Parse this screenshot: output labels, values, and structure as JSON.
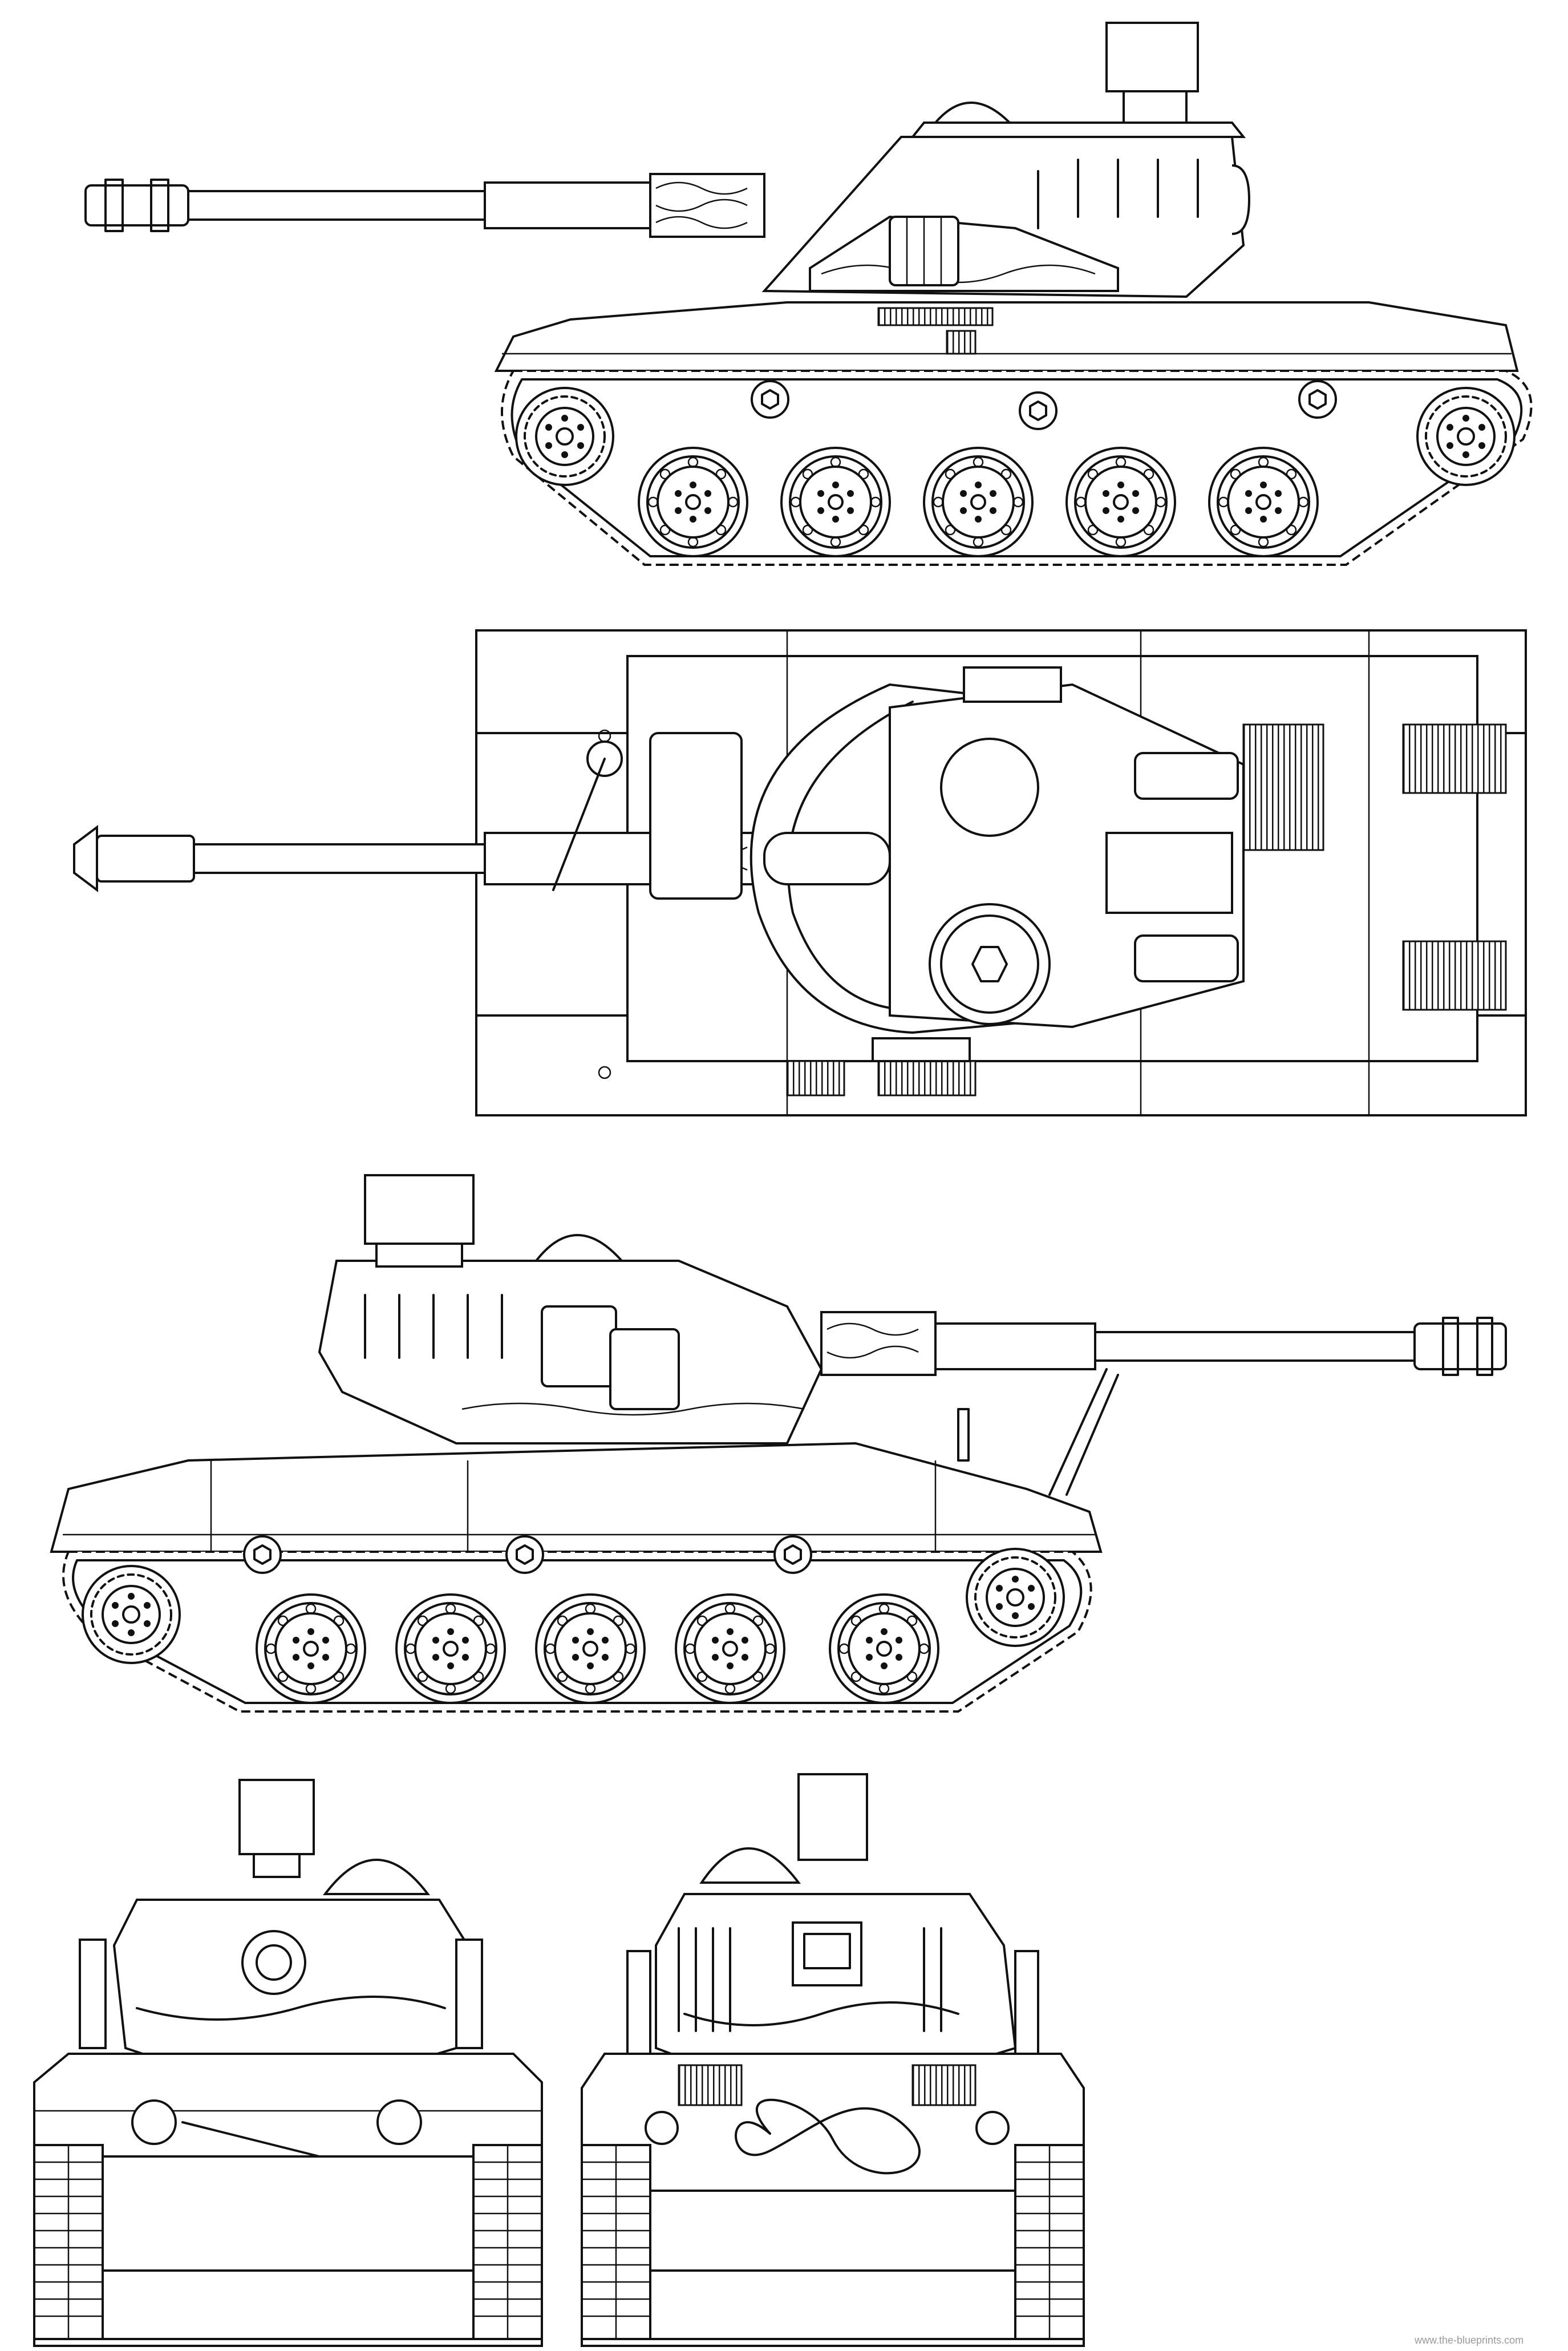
{
  "sheet": {
    "watermark": "www.the-blueprints.com"
  },
  "views": [
    {
      "id": "side-right",
      "name": "right-side-view"
    },
    {
      "id": "top",
      "name": "top-view"
    },
    {
      "id": "side-left",
      "name": "left-side-view"
    },
    {
      "id": "front",
      "name": "front-view"
    },
    {
      "id": "rear",
      "name": "rear-view"
    }
  ],
  "colors": {
    "line": "#111111",
    "paper": "#ffffff"
  }
}
